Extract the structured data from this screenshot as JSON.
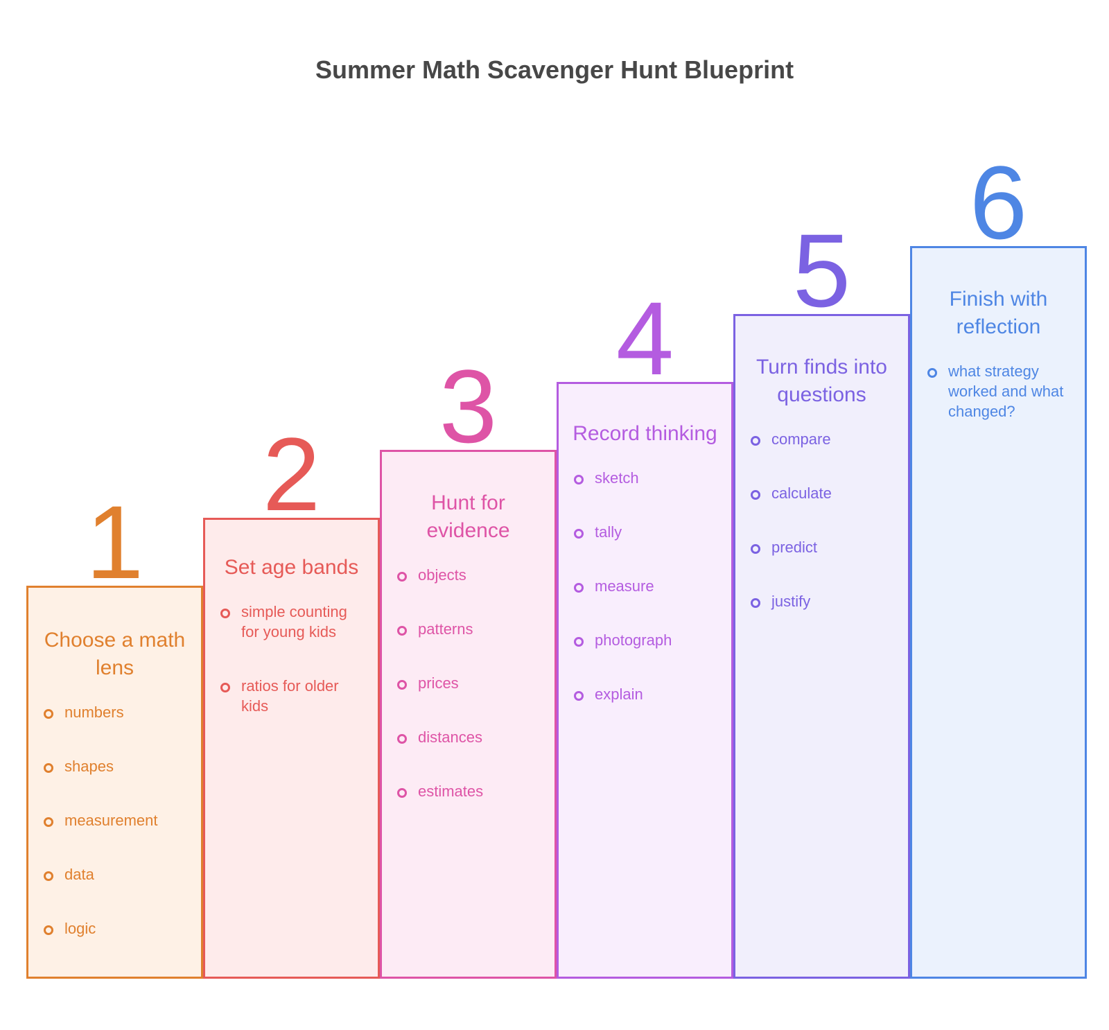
{
  "title": "Summer Math Scavenger Hunt Blueprint",
  "steps": [
    {
      "number": "1",
      "heading": "Choose a math lens",
      "items": [
        "numbers",
        "shapes",
        "measurement",
        "data",
        "logic"
      ],
      "color": "#E0802E",
      "fill": "#FEF1E6"
    },
    {
      "number": "2",
      "heading": "Set age bands",
      "items": [
        "simple counting for young kids",
        "ratios for older kids"
      ],
      "color": "#E65A57",
      "fill": "#FEEBEB"
    },
    {
      "number": "3",
      "heading": "Hunt for evidence",
      "items": [
        "objects",
        "patterns",
        "prices",
        "distances",
        "estimates"
      ],
      "color": "#DE54A6",
      "fill": "#FDEBF5"
    },
    {
      "number": "4",
      "heading": "Record thinking",
      "items": [
        "sketch",
        "tally",
        "measure",
        "photograph",
        "explain"
      ],
      "color": "#B45CE0",
      "fill": "#F9EEFD"
    },
    {
      "number": "5",
      "heading": "Turn finds into questions",
      "items": [
        "compare",
        "calculate",
        "predict",
        "justify"
      ],
      "color": "#7B62E2",
      "fill": "#F1EFFC"
    },
    {
      "number": "6",
      "heading": "Finish with reflection",
      "items": [
        "what strategy worked and what changed?"
      ],
      "color": "#4E86E4",
      "fill": "#EBF2FD"
    }
  ]
}
